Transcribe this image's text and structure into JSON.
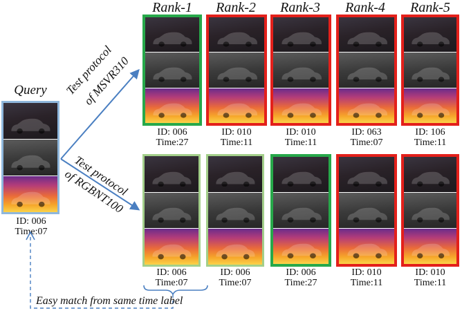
{
  "rank_headers": [
    "Rank-1",
    "Rank-2",
    "Rank-3",
    "Rank-4",
    "Rank-5"
  ],
  "query": {
    "title": "Query",
    "id_text": "ID: 006",
    "time_text": "Time:07"
  },
  "protocol_labels": {
    "msvr_line1": "Test protocol",
    "msvr_line2": "of MSVR310",
    "rgbnt_line1": "Test protocol",
    "rgbnt_line2": "of RGBNT100"
  },
  "top_row": [
    {
      "id_text": "ID: 006",
      "time_text": "Time:27",
      "match": "correct"
    },
    {
      "id_text": "ID: 010",
      "time_text": "Time:11",
      "match": "wrong"
    },
    {
      "id_text": "ID: 010",
      "time_text": "Time:11",
      "match": "wrong"
    },
    {
      "id_text": "ID: 063",
      "time_text": "Time:07",
      "match": "wrong"
    },
    {
      "id_text": "ID: 106",
      "time_text": "Time:11",
      "match": "wrong"
    }
  ],
  "bottom_row": [
    {
      "id_text": "ID: 006",
      "time_text": "Time:07",
      "match": "same-time"
    },
    {
      "id_text": "ID: 006",
      "time_text": "Time:07",
      "match": "same-time"
    },
    {
      "id_text": "ID: 006",
      "time_text": "Time:27",
      "match": "correct"
    },
    {
      "id_text": "ID: 010",
      "time_text": "Time:11",
      "match": "wrong"
    },
    {
      "id_text": "ID: 010",
      "time_text": "Time:11",
      "match": "wrong"
    }
  ],
  "footnote": "Easy match from same time label",
  "colors": {
    "correct": "#27a84a",
    "wrong": "#e3201b",
    "same_time": "#a3cf8a",
    "query": "#8fb7dc",
    "arrow": "#4a7fc1"
  }
}
